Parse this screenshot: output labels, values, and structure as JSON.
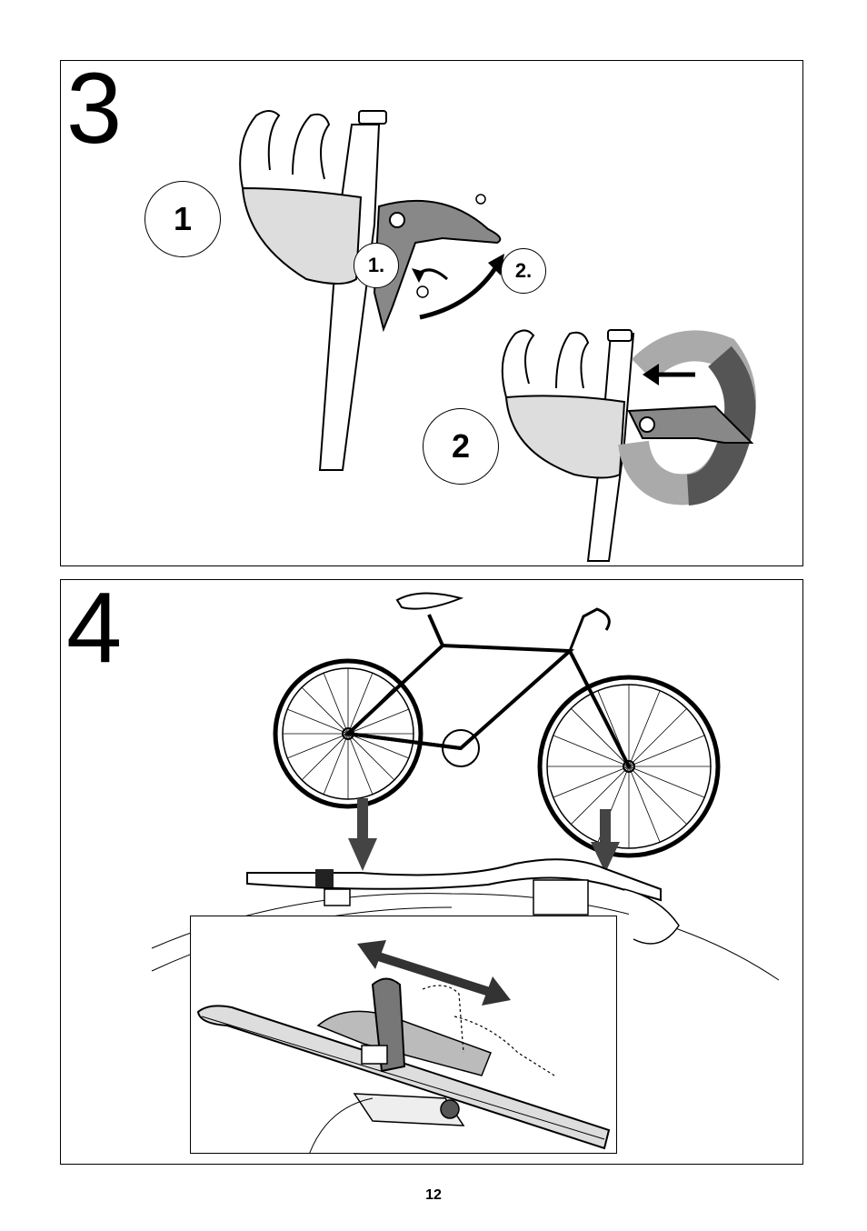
{
  "page_number": "12",
  "step3": {
    "number": "3",
    "sub_big_1": "1",
    "sub_big_2": "2",
    "sub_small_1": "1.",
    "sub_small_2": "2."
  },
  "step4": {
    "number": "4"
  }
}
